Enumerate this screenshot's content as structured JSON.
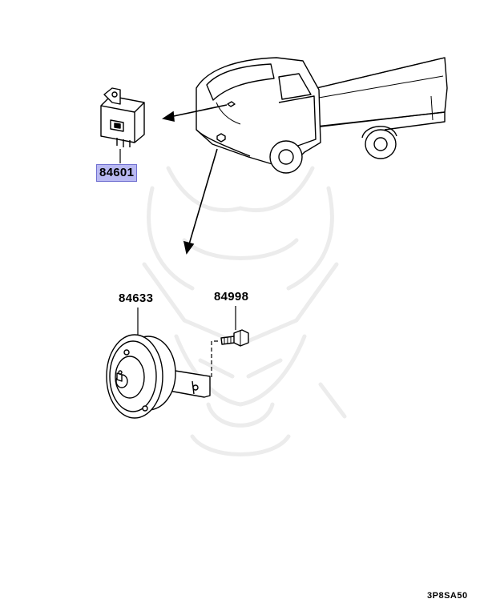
{
  "parts": [
    {
      "number": "84601",
      "highlighted": true
    },
    {
      "number": "84633",
      "highlighted": false
    },
    {
      "number": "84998",
      "highlighted": false
    }
  ],
  "diagram_code": "3P8SA50",
  "colors": {
    "line": "#000000",
    "highlight_fill": "#b9b9f2",
    "highlight_border": "#6f6fd0",
    "watermark": "#efefef"
  }
}
